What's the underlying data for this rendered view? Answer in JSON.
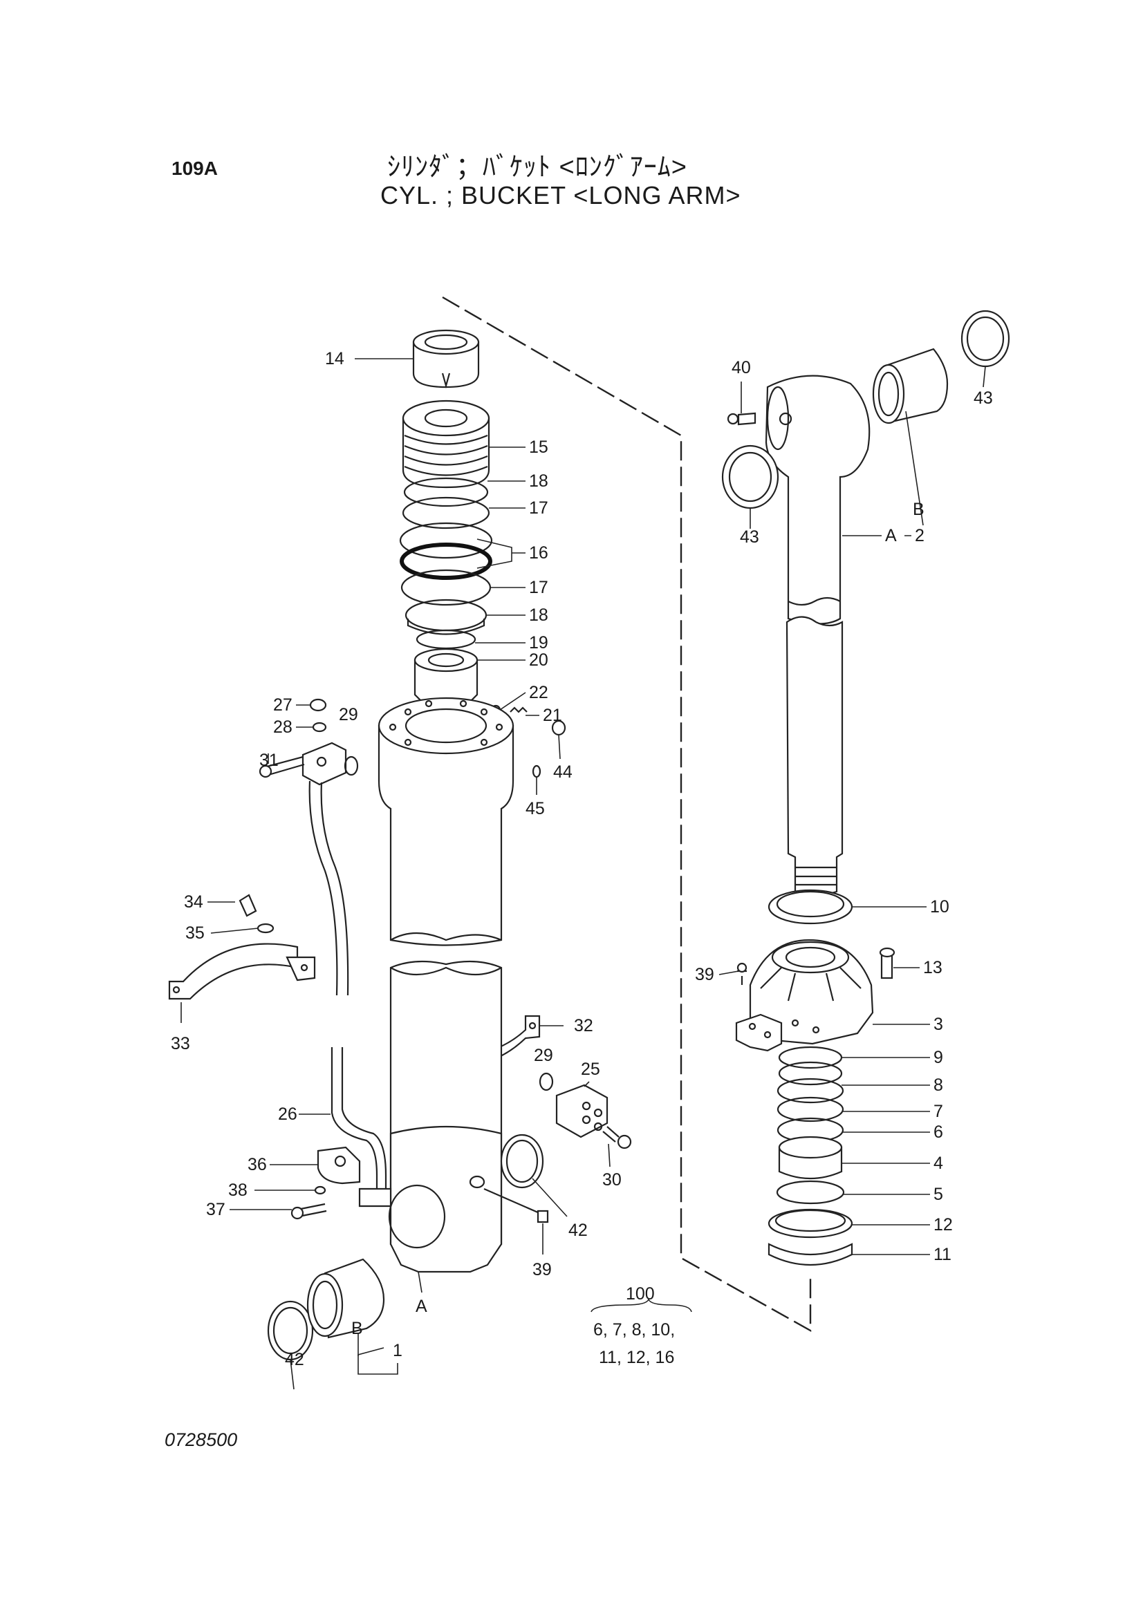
{
  "header": {
    "page_code": "109A",
    "title_jp": "ｼﾘﾝﾀﾞ；ﾊﾞｹｯﾄ <ﾛﾝｸﾞｱｰﾑ>",
    "title_en": "CYL. ; BUCKET <LONG ARM>"
  },
  "footer": {
    "drawing_number": "0728500"
  },
  "callouts": [
    {
      "id": "c14",
      "label": "14"
    },
    {
      "id": "c15",
      "label": "15"
    },
    {
      "id": "c18a",
      "label": "18"
    },
    {
      "id": "c17a",
      "label": "17"
    },
    {
      "id": "c16",
      "label": "16"
    },
    {
      "id": "c17b",
      "label": "17"
    },
    {
      "id": "c18b",
      "label": "18"
    },
    {
      "id": "c19",
      "label": "19"
    },
    {
      "id": "c20",
      "label": "20"
    },
    {
      "id": "c22",
      "label": "22"
    },
    {
      "id": "c21",
      "label": "21"
    },
    {
      "id": "c27",
      "label": "27"
    },
    {
      "id": "c28",
      "label": "28"
    },
    {
      "id": "c29a",
      "label": "29"
    },
    {
      "id": "c31",
      "label": "31"
    },
    {
      "id": "c44",
      "label": "44"
    },
    {
      "id": "c45",
      "label": "45"
    },
    {
      "id": "c34",
      "label": "34"
    },
    {
      "id": "c35",
      "label": "35"
    },
    {
      "id": "c33",
      "label": "33"
    },
    {
      "id": "c32",
      "label": "32"
    },
    {
      "id": "c29b",
      "label": "29"
    },
    {
      "id": "c25",
      "label": "25"
    },
    {
      "id": "c26",
      "label": "26"
    },
    {
      "id": "c36",
      "label": "36"
    },
    {
      "id": "c38",
      "label": "38"
    },
    {
      "id": "c37",
      "label": "37"
    },
    {
      "id": "c30",
      "label": "30"
    },
    {
      "id": "c42a",
      "label": "42"
    },
    {
      "id": "c39a",
      "label": "39"
    },
    {
      "id": "c42b",
      "label": "42"
    },
    {
      "id": "cA1",
      "label": "A"
    },
    {
      "id": "cB1",
      "label": "B"
    },
    {
      "id": "c1",
      "label": "1"
    },
    {
      "id": "c40",
      "label": "40"
    },
    {
      "id": "c43a",
      "label": "43"
    },
    {
      "id": "c43b",
      "label": "43"
    },
    {
      "id": "cB2",
      "label": "B"
    },
    {
      "id": "cA2",
      "label": "A"
    },
    {
      "id": "c2",
      "label": "2"
    },
    {
      "id": "c10",
      "label": "10"
    },
    {
      "id": "c13",
      "label": "13"
    },
    {
      "id": "c39b",
      "label": "39"
    },
    {
      "id": "c3",
      "label": "3"
    },
    {
      "id": "c9",
      "label": "9"
    },
    {
      "id": "c8",
      "label": "8"
    },
    {
      "id": "c7",
      "label": "7"
    },
    {
      "id": "c6",
      "label": "6"
    },
    {
      "id": "c4",
      "label": "4"
    },
    {
      "id": "c5",
      "label": "5"
    },
    {
      "id": "c12",
      "label": "12"
    },
    {
      "id": "c11",
      "label": "11"
    }
  ],
  "kit": {
    "number": "100",
    "contents_line1": "6, 7, 8, 10,",
    "contents_line2": "11, 12, 16"
  }
}
